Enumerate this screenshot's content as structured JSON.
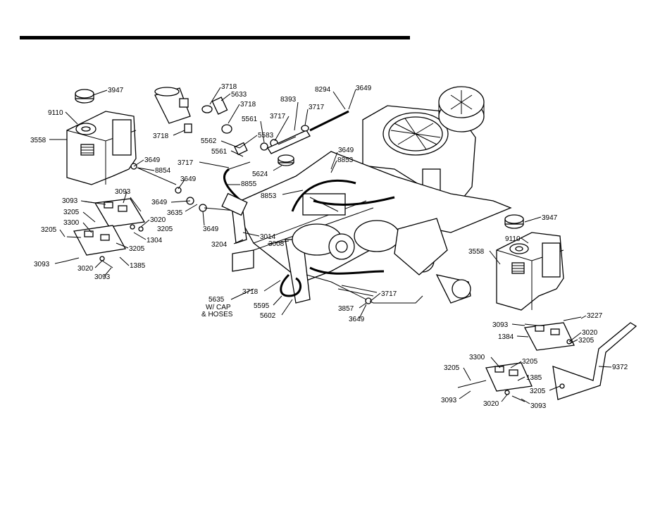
{
  "diagram": {
    "callouts": {
      "c3947_left": "3947",
      "c9110_left": "9110",
      "c3558_left": "3558",
      "c3718_a": "3718",
      "c5633": "5633",
      "c3718_b": "3718",
      "c8393": "8393",
      "c8294": "8294",
      "c3649_top": "3649",
      "c5561_a": "5561",
      "c3717_a": "3717",
      "c3717_b": "3717",
      "c5583": "5583",
      "c3718_c": "3718",
      "c5562": "5562",
      "c5561_b": "5561",
      "c3717_c": "3717",
      "c3649_b": "3649",
      "c8853_a": "8853",
      "c5624": "5624",
      "c8855": "8855",
      "c8853_b": "8853",
      "c3649_c": "3649",
      "c8854": "8854",
      "c3649_d": "3649",
      "c3093_a": "3093",
      "c3093_b": "3093",
      "c3649_e": "3649",
      "c3205_a": "3205",
      "c3635_a": "3635",
      "c3300_a": "3300",
      "c3020_a": "3020",
      "c3205_b": "3205",
      "c3205_c": "3205",
      "c3649_f": "3649",
      "c1304": "1304",
      "c3205_d": "3205",
      "c3014": "3014",
      "c3204": "3204",
      "c3008": "3008",
      "c3093_c": "3093",
      "c3020_b": "3020",
      "c1385_a": "1385",
      "c3093_d": "3093",
      "c3717_d": "3717",
      "c5635": "5635",
      "c_wcap": "W/ CAP",
      "c_hoses": "& HOSES",
      "c3718_d": "3718",
      "c5595": "5595",
      "c5602": "5602",
      "c3857": "3857",
      "c3649_g": "3649",
      "c3947_right": "3947",
      "c9110_right": "9110",
      "c3558_right": "3558",
      "c3227": "3227",
      "c3093_e": "3093",
      "c3020_c": "3020",
      "c1384": "1384",
      "c3205_e": "3205",
      "c3300_b": "3300",
      "c3205_f": "3205",
      "c9372": "9372",
      "c3205_g": "3205",
      "c1385_b": "1385",
      "c3205_h": "3205",
      "c3093_f": "3093",
      "c3020_d": "3020",
      "c3093_g": "3093"
    }
  }
}
